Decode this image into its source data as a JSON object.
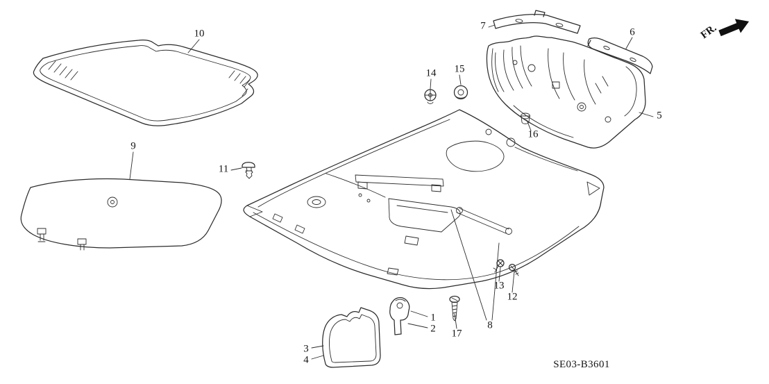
{
  "figure": {
    "code": "SE03-B3601",
    "direction_label": "FR."
  },
  "callouts": [
    {
      "label": "1"
    },
    {
      "label": "2"
    },
    {
      "label": "3"
    },
    {
      "label": "4"
    },
    {
      "label": "5"
    },
    {
      "label": "6"
    },
    {
      "label": "7"
    },
    {
      "label": "8"
    },
    {
      "label": "9"
    },
    {
      "label": "10"
    },
    {
      "label": "11"
    },
    {
      "label": "12"
    },
    {
      "label": "13"
    },
    {
      "label": "14"
    },
    {
      "label": "15"
    },
    {
      "label": "16"
    },
    {
      "label": "17"
    }
  ]
}
